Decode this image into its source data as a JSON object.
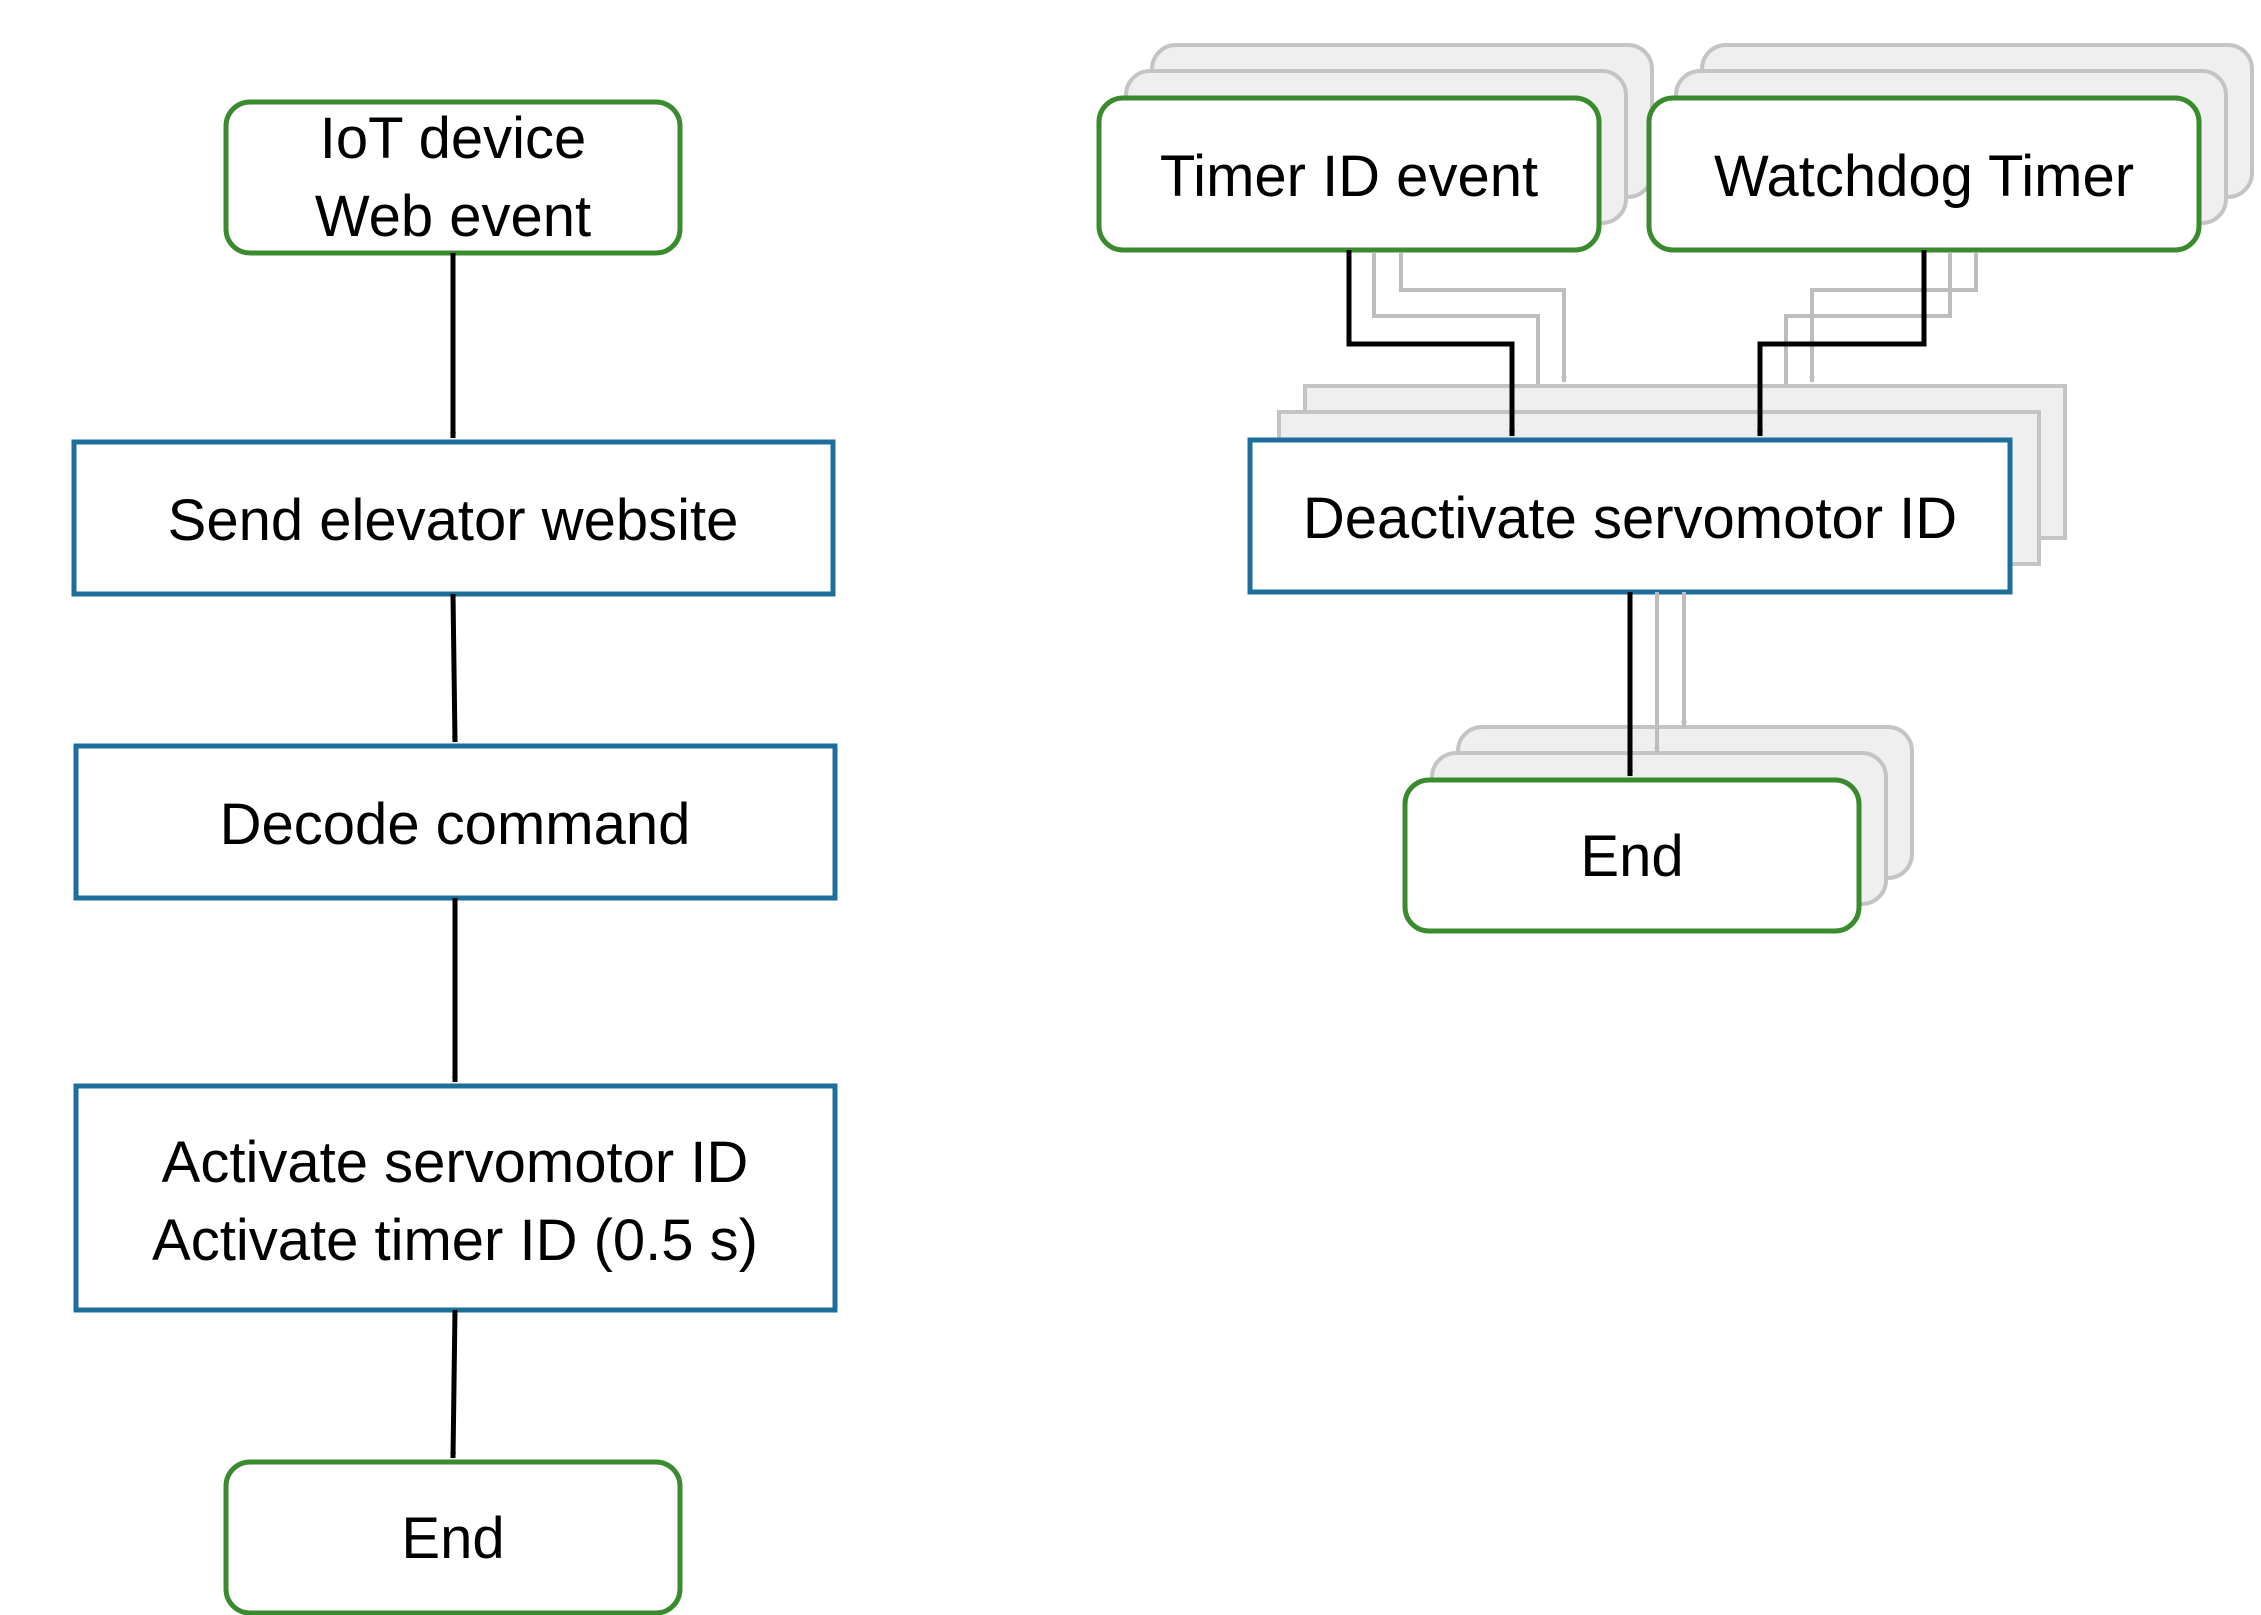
{
  "colors": {
    "terminal_border": "#3a8a2e",
    "process_border": "#1d6f9b",
    "shadow_fill": "#efefef",
    "shadow_stroke": "#c4c4c4",
    "arrow": "#000000",
    "shadow_arrow": "#bdbdbd"
  },
  "left_flow": {
    "start": {
      "line1": "IoT device",
      "line2": "Web event"
    },
    "send": "Send elevator website",
    "decode": "Decode command",
    "activate": {
      "line1": "Activate servomotor ID",
      "line2": "Activate timer ID (0.5 s)"
    },
    "end": "End"
  },
  "right_flow": {
    "timer_event": "Timer ID event",
    "watchdog": "Watchdog Timer",
    "deactivate": "Deactivate servomotor ID",
    "end": "End"
  }
}
